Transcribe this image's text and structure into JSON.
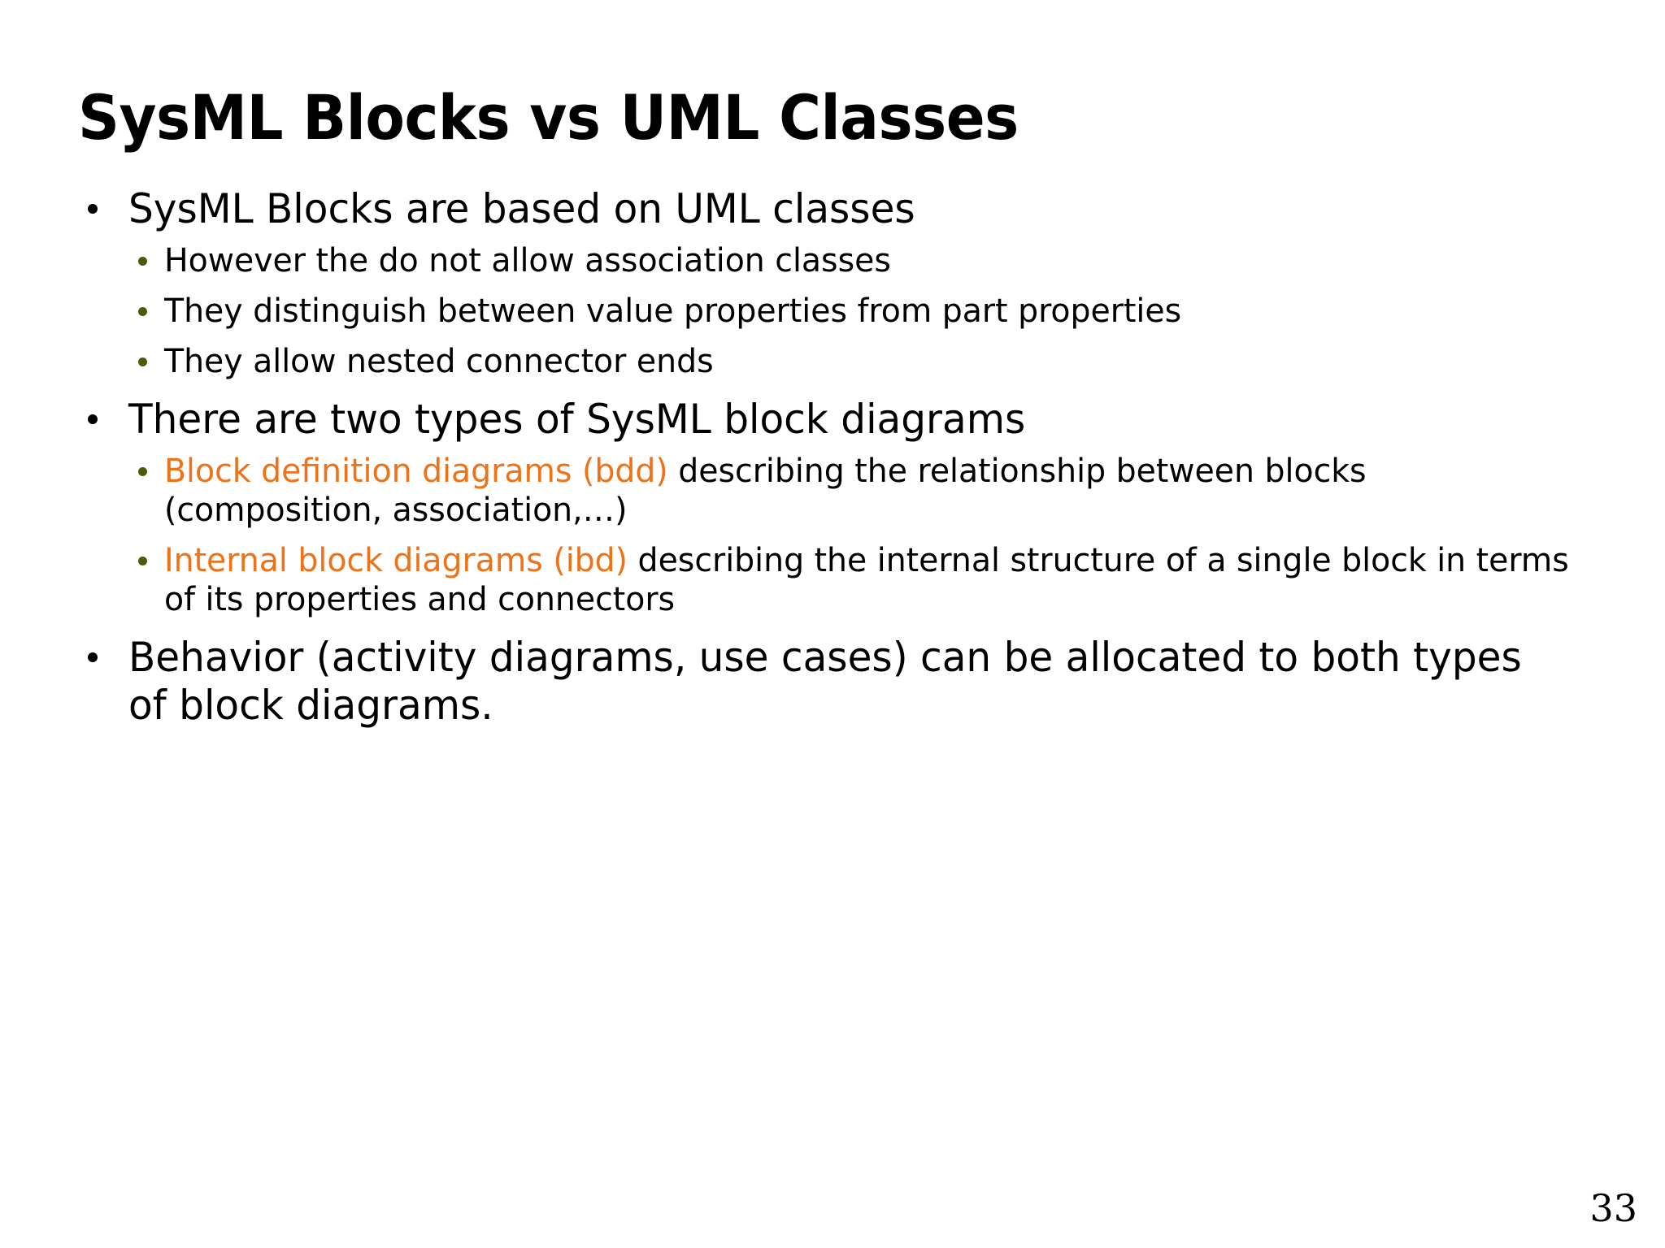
{
  "slide": {
    "title": "SysML Blocks vs UML Classes",
    "page_number": "33",
    "colors": {
      "text": "#000000",
      "highlight_orange": "#ee7218",
      "sub_bullet_olive": "#4d5a0c",
      "background": "#ffffff"
    },
    "bullets": [
      {
        "level1": "SysML Blocks are based on UML classes",
        "level2": [
          {
            "plain": "However the do not allow association classes"
          },
          {
            "plain": "They distinguish between value properties from part properties"
          },
          {
            "plain": "They allow nested connector ends"
          }
        ]
      },
      {
        "level1": "There are two types of SysML block diagrams",
        "level2": [
          {
            "highlight": "Block definition diagrams (bdd)",
            "rest": " describing the relationship between blocks (composition, association,…)"
          },
          {
            "highlight": "Internal block diagrams (ibd)",
            "rest": " describing the internal structure of a single block in terms of its properties and connectors"
          }
        ]
      },
      {
        "level1": "Behavior (activity diagrams, use cases) can be allocated to both types of block diagrams.",
        "level2": []
      }
    ]
  }
}
